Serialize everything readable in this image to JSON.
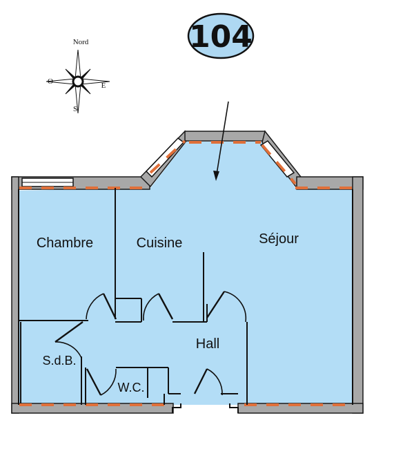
{
  "unit": {
    "number": "104"
  },
  "compass": {
    "north": "Nord",
    "south": "S",
    "east": "E",
    "west": "O"
  },
  "rooms": {
    "chambre": "Chambre",
    "cuisine": "Cuisine",
    "sejour": "Séjour",
    "hall": "Hall",
    "sdb": "S.d.B.",
    "wc": "W.C."
  },
  "colors": {
    "floor": "#b3ddf6",
    "wall": "#a8a8a8",
    "marker": "#e0703a",
    "badge": "#aed8f2"
  }
}
